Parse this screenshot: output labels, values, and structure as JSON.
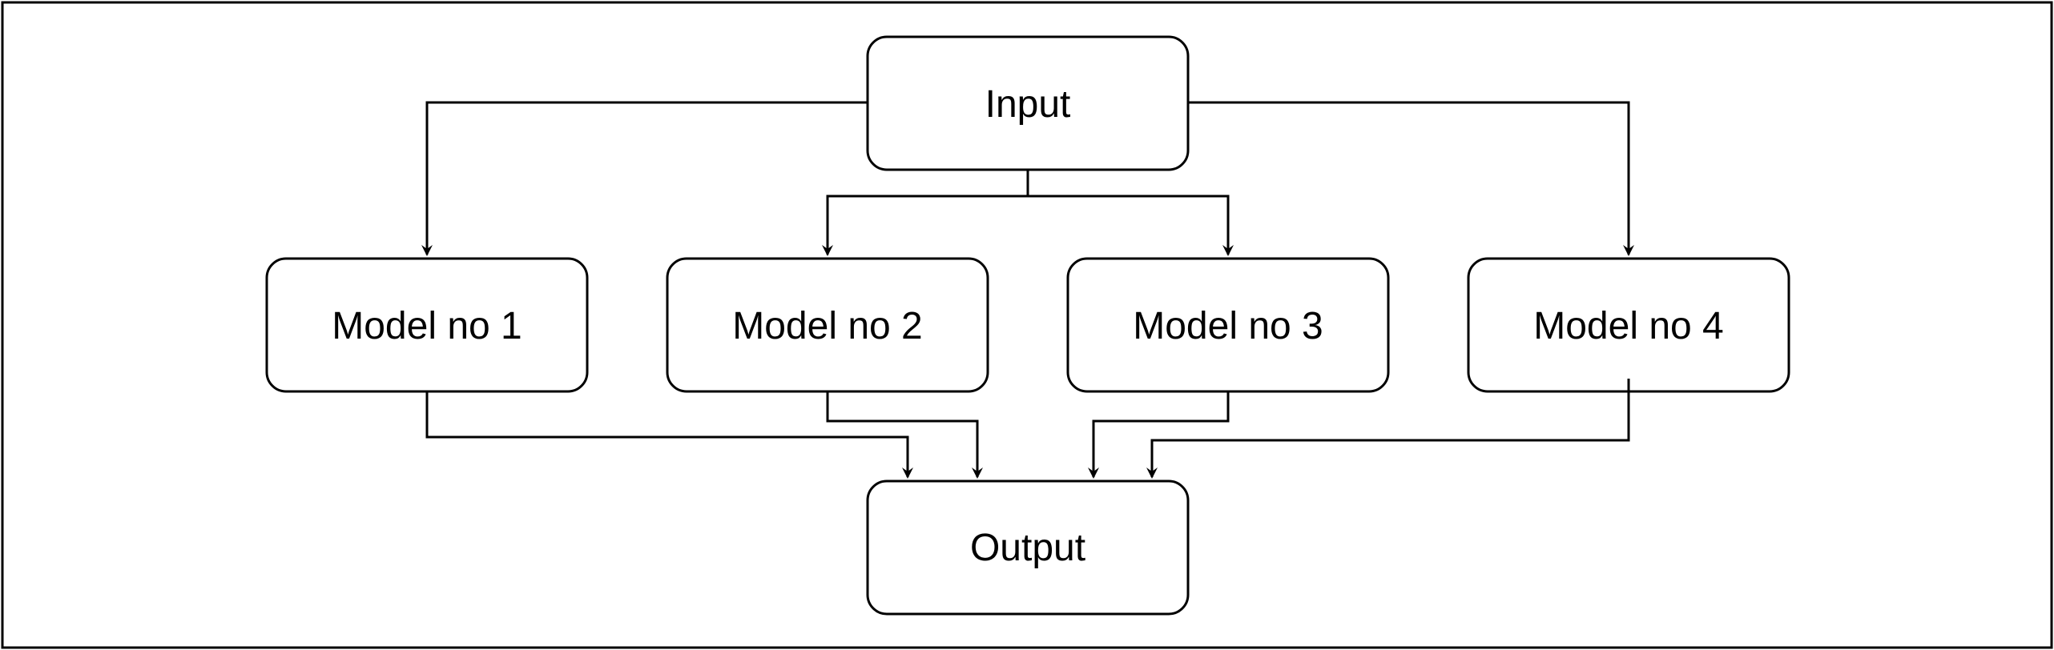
{
  "nodes": {
    "input": "Input",
    "model_1": "Model no 1",
    "model_2": "Model no 2",
    "model_3": "Model no 3",
    "model_4": "Model no 4",
    "output": "Output"
  }
}
